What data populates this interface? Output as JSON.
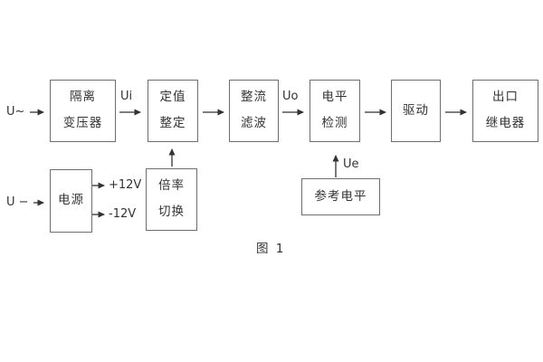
{
  "diagram": {
    "caption": "图 1",
    "labels": {
      "ac_input": "U~",
      "dc_input": "U −",
      "ui": "Ui",
      "uo": "Uo",
      "ue": "Ue",
      "rail_positive": "+12V",
      "rail_negative": "-12V"
    },
    "blocks": {
      "isolation_transformer": [
        "隔离",
        "变压器"
      ],
      "value_setting": [
        "定值",
        "整定"
      ],
      "rectifier_filter": [
        "整流",
        "滤波"
      ],
      "level_detection": [
        "电平",
        "检测"
      ],
      "driver": [
        "驱动"
      ],
      "output_relay": [
        "出口",
        "继电器"
      ],
      "power_supply": [
        "电源"
      ],
      "ratio_switching": [
        "倍率",
        "切换"
      ],
      "reference_level": [
        "参考电平"
      ]
    },
    "colors": {
      "background": "#ffffff",
      "wire": "#333333",
      "box_border": "#6e6e6e",
      "text": "#333333"
    }
  }
}
